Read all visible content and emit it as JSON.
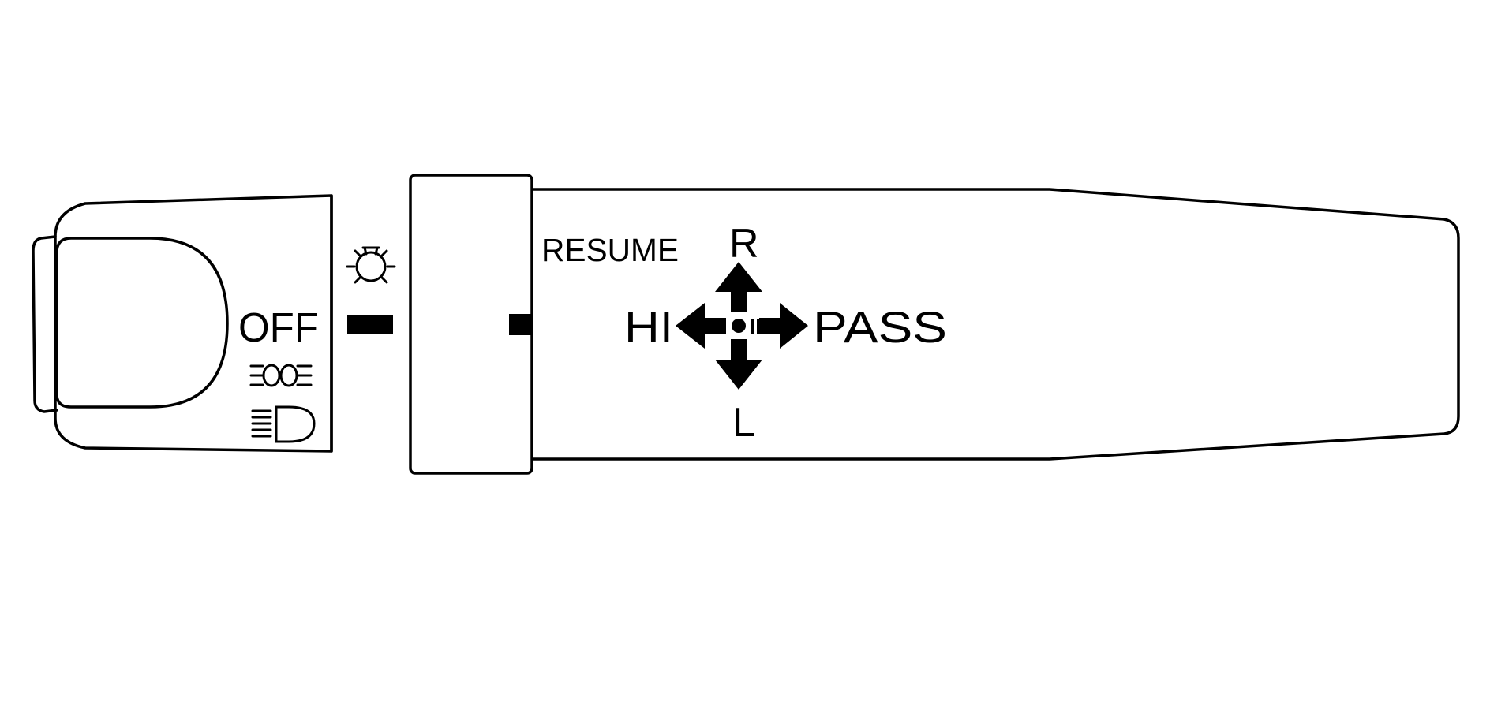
{
  "labels": {
    "off": "OFF",
    "resume": "RESUME",
    "r": "R",
    "hi": "HI",
    "pass": "PASS",
    "l": "L"
  },
  "icons": {
    "parking_lamps": "parking-lamps-icon",
    "headlamps": "headlamps-icon",
    "interior_lamp": "dome-lamp-icon",
    "direction_cross": "four-way-arrow-icon"
  },
  "colors": {
    "stroke": "#000000",
    "fill": "#ffffff"
  }
}
